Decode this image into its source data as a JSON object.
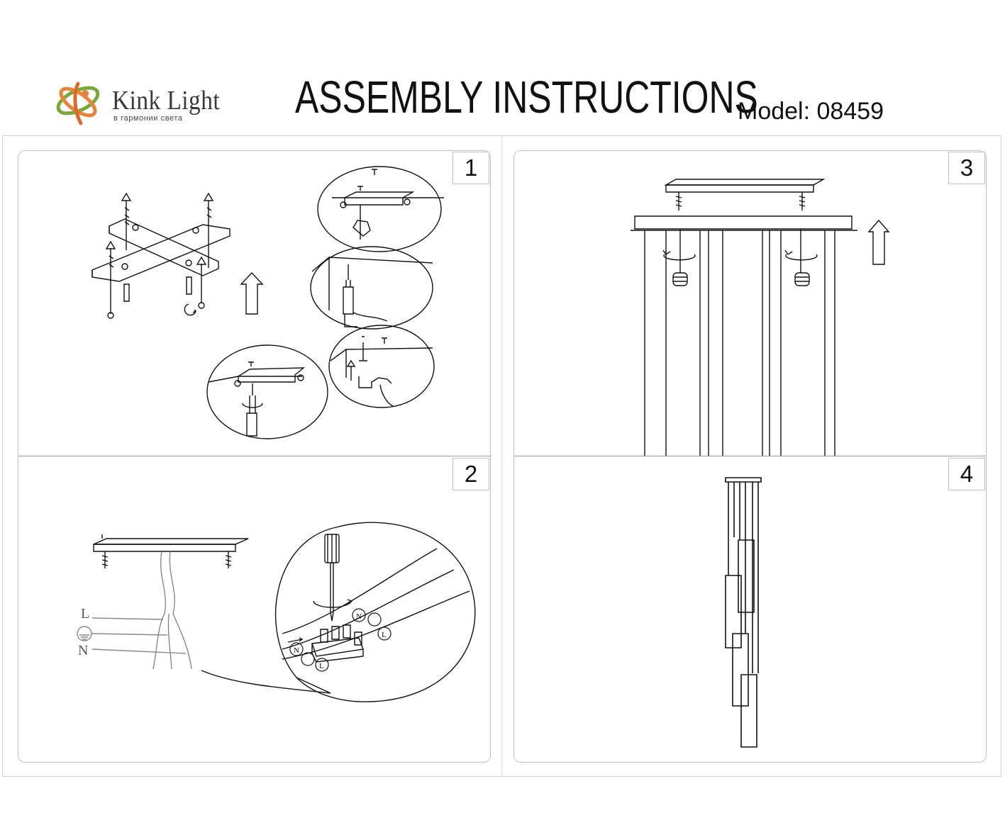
{
  "header": {
    "brand": "Kink Light",
    "tagline": "в гармонии света",
    "title": "ASSEMBLY INSTRUCTIONS",
    "model": "Model: 08459"
  },
  "steps": [
    {
      "number": "1"
    },
    {
      "number": "2"
    },
    {
      "number": "3"
    },
    {
      "number": "4"
    }
  ],
  "wiring": {
    "live": "L",
    "neutral": "N",
    "terminal_n": "N",
    "terminal_l": "L"
  },
  "colors": {
    "logo_orange": "#e8833a",
    "logo_green": "#7aa83a",
    "line": "#111111"
  }
}
